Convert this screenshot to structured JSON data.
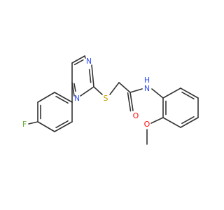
{
  "colors": {
    "bond": "#333333",
    "carbon": "#333333",
    "nitrogen": "#3050F8",
    "oxygen": "#FF0D0D",
    "sulfur": "#C9A100",
    "fluorine": "#6BAE3A"
  },
  "molecule": {
    "labels": {
      "fluorine": "F",
      "pyrimidine_n1": "N",
      "pyrimidine_n3": "N",
      "sulfur": "S",
      "carbonyl_oxygen": "O",
      "amide_nh": "H",
      "amide_n": "N",
      "methoxy_oxygen": "O"
    }
  }
}
